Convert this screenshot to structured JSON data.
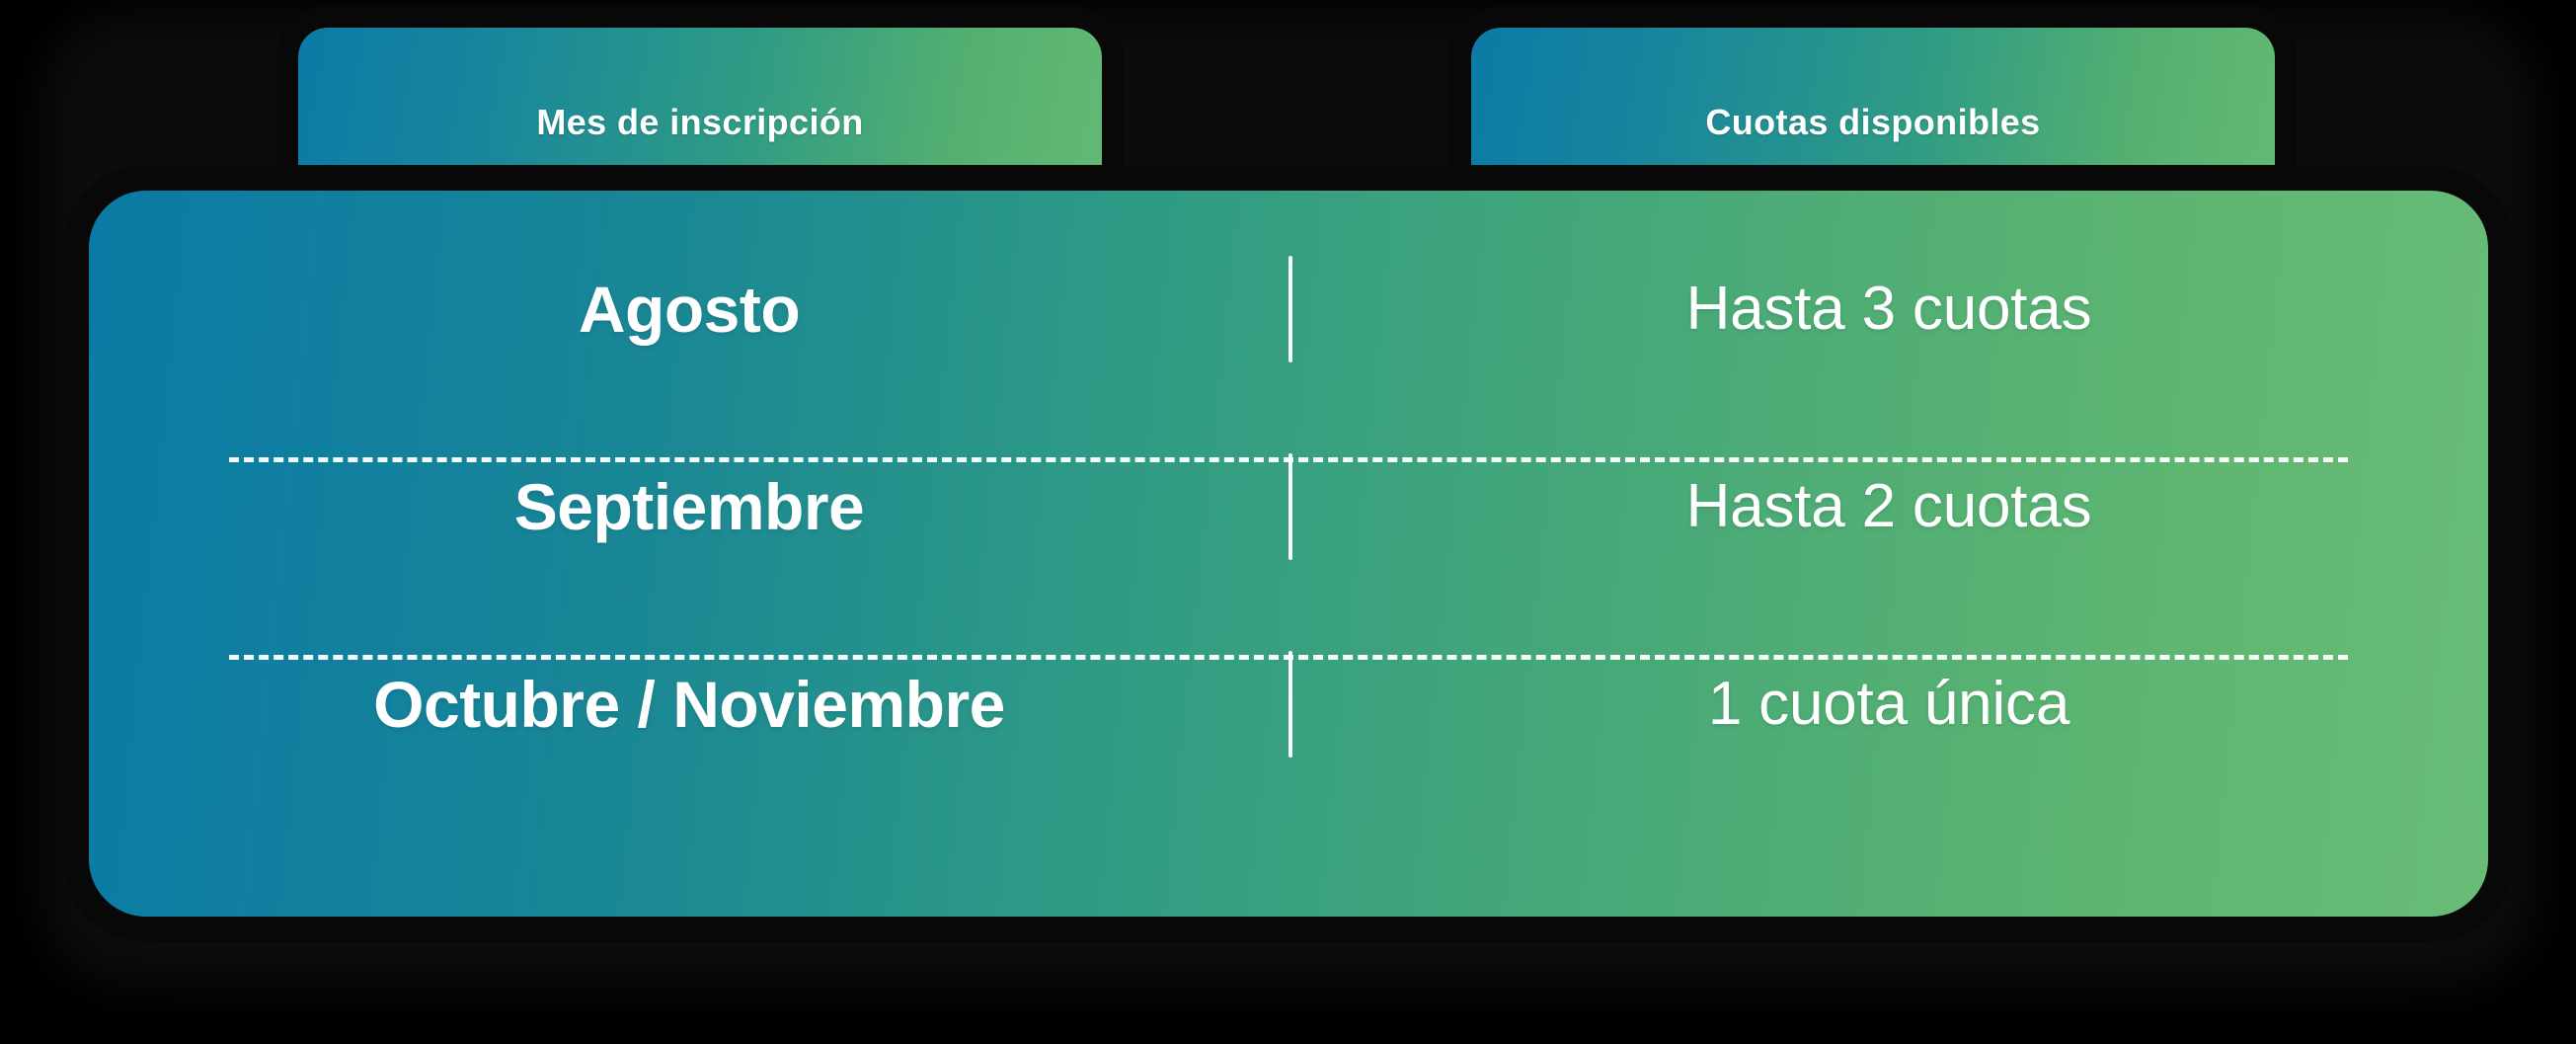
{
  "table": {
    "columns": [
      {
        "id": "month",
        "header": "Mes de inscripción"
      },
      {
        "id": "quota",
        "header": "Cuotas disponibles"
      }
    ],
    "rows": [
      {
        "month": "Agosto",
        "quota": "Hasta 3 cuotas"
      },
      {
        "month": "Septiembre",
        "quota": "Hasta 2 cuotas"
      },
      {
        "month": "Octubre / Noviembre",
        "quota": "1 cuota única"
      }
    ]
  },
  "colors": {
    "background": "#000000",
    "gradient_start": "#0b7ba6",
    "gradient_mid": "#2f9b85",
    "gradient_end": "#63b974",
    "text": "#ffffff",
    "divider": "#ffffff",
    "outline": "#080808"
  }
}
